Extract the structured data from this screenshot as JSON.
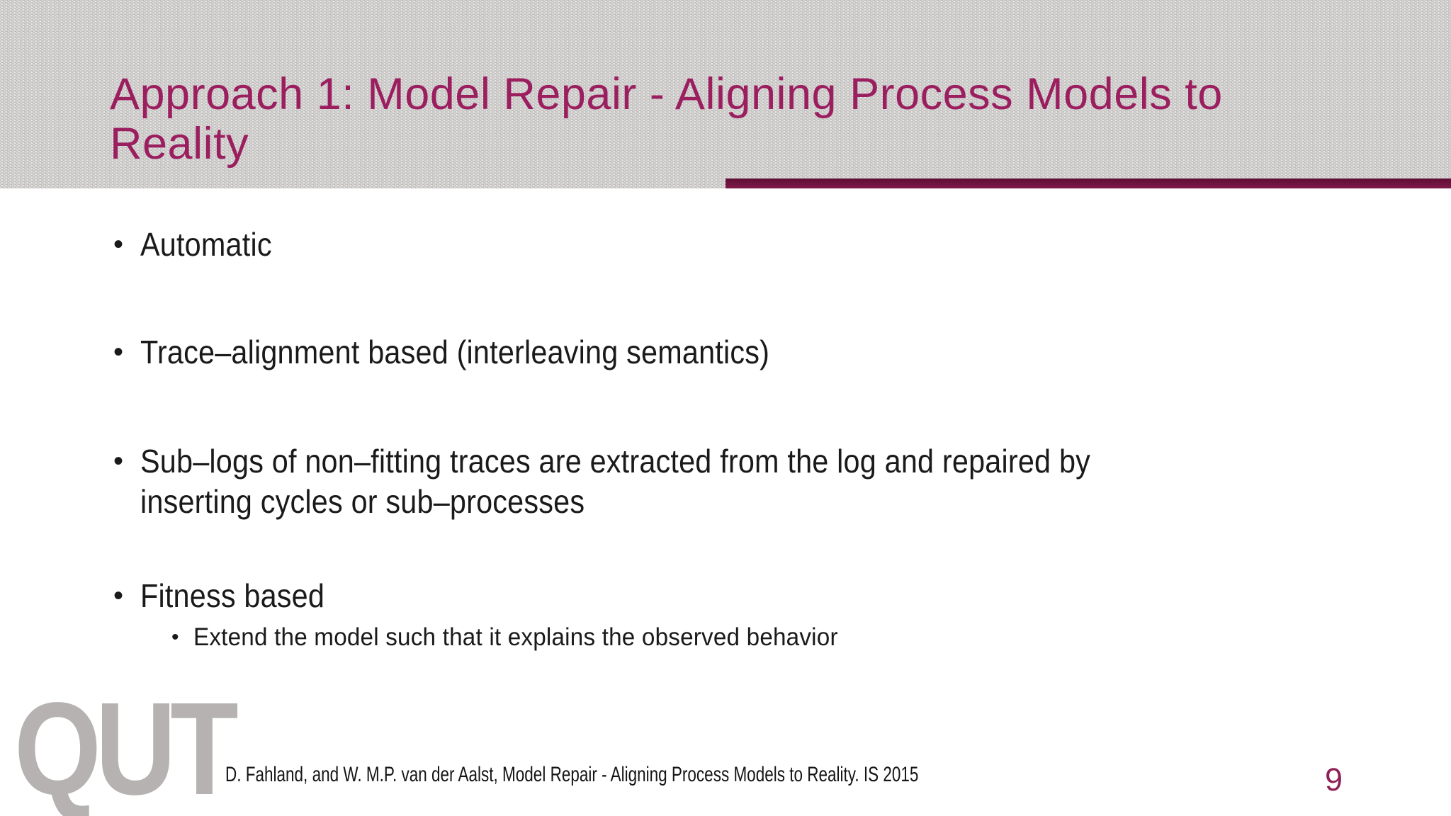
{
  "slide": {
    "title": {
      "text": "Approach 1: Model Repair - Aligning Process Models to Reality",
      "lines": [
        "Approach 1: Model Repair - Aligning Process Models to",
        "Reality"
      ]
    },
    "bullets": [
      {
        "level": 1,
        "lines": [
          "Automatic"
        ]
      },
      {
        "level": 1,
        "lines": [
          "Trace–alignment based (interleaving semantics)"
        ]
      },
      {
        "level": 1,
        "lines": [
          "Sub–logs of non–fitting traces are extracted from the log and repaired by",
          "inserting cycles or sub–processes"
        ]
      },
      {
        "level": 1,
        "lines": [
          "Fitness based"
        ]
      },
      {
        "level": 2,
        "lines": [
          "Extend the model such that it explains the observed behavior"
        ]
      }
    ],
    "footer": {
      "citation": "D. Fahland, and W. M.P. van der Aalst, Model Repair - Aligning Process Models to Reality. IS 2015",
      "page_number": "9"
    },
    "logo_text": "QUT",
    "colors": {
      "title": "#9B1E5F",
      "accent_bar": "#701340",
      "header_bg": "#C8C7C5",
      "body_text": "#1A1A1A",
      "logo": "#B5B2B1",
      "page_number": "#8E2157"
    }
  }
}
